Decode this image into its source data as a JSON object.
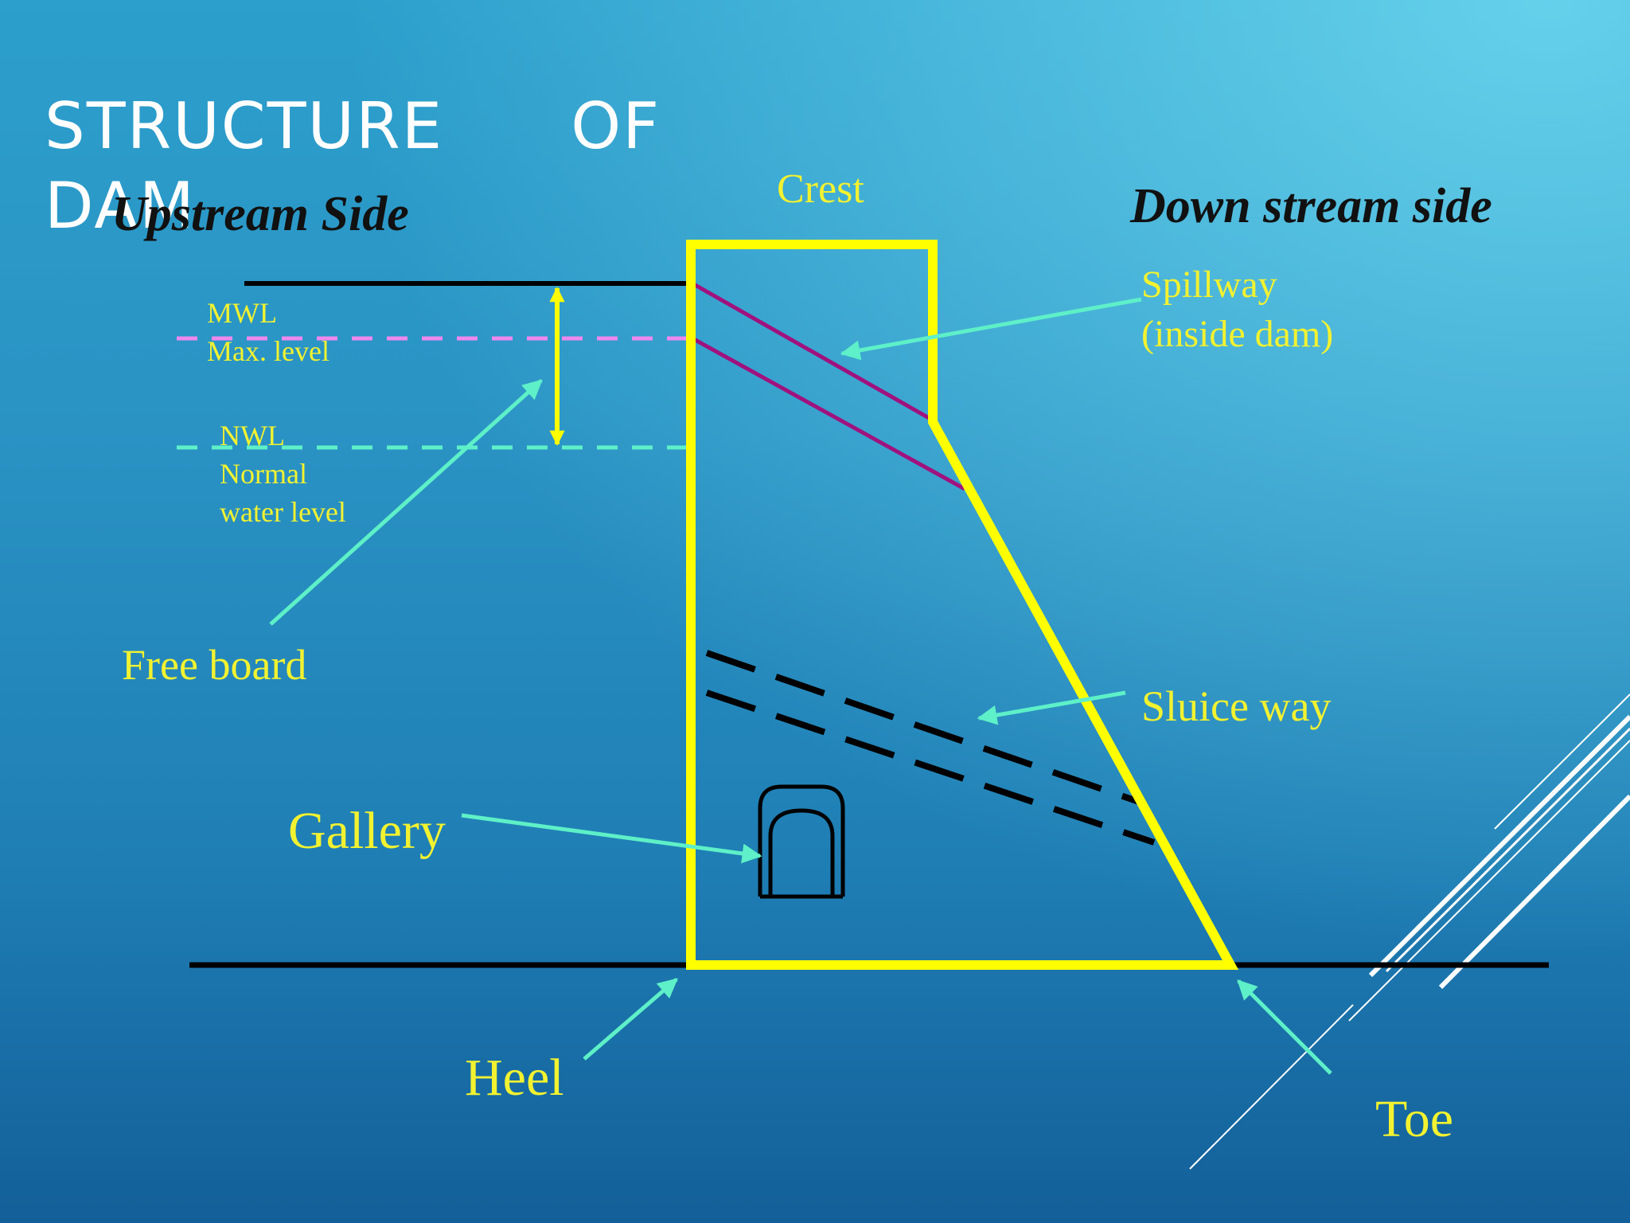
{
  "title": {
    "line1": "STRUCTURE",
    "line1b": "OF",
    "line2": "DAM"
  },
  "labels": {
    "upstream": "Upstream Side",
    "downstream": "Down stream side",
    "crest": "Crest",
    "mwl": "MWL",
    "max_level": "Max. level",
    "nwl": "NWL",
    "normal": "Normal",
    "water_level": "water level",
    "spillway": "Spillway",
    "spillway_note": "(inside dam)",
    "free_board": "Free board",
    "sluice_way": "Sluice way",
    "gallery": "Gallery",
    "heel": "Heel",
    "toe": "Toe"
  },
  "colors": {
    "dam_outline": "#ffff00",
    "label_text": "#f2f230",
    "pointer_arrow": "#5ef0c8",
    "mwl_line": "#ee88ee",
    "nwl_line": "#5ef0c8",
    "spillway_line": "#a0127e",
    "ground_line": "#000000",
    "decor_lines": "#ffffff"
  }
}
